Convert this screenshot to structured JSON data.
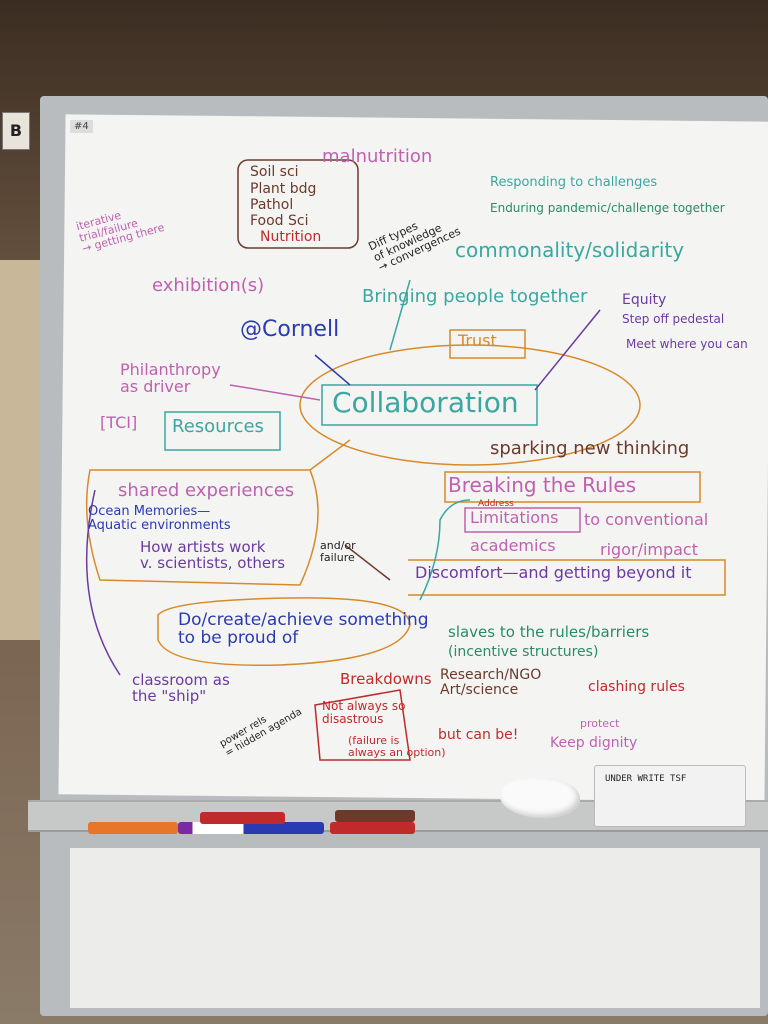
{
  "board": {
    "tag": "#4"
  },
  "colors": {
    "brown": "#6b3a2a",
    "purple": "#6b3aa0",
    "teal": "#3aa7a0",
    "orange": "#d88a2a",
    "red": "#c02a2a",
    "blue": "#2a3ab0",
    "pink": "#c060b0",
    "green": "#2a8a6a"
  },
  "notes": {
    "malnutrition": "malnutrition",
    "soil_sci": "Soil sci",
    "plant_bdg": "Plant bdg",
    "pathol": "Pathol",
    "food_sci": "Food Sci",
    "nutrition": "Nutrition",
    "iterative": "iterative\ntrial/failure\n→ getting there",
    "exhibitions": "exhibition(s)",
    "diff_types": "Diff types\nof knowledge\n→ convergences",
    "responding": "Responding to challenges",
    "enduring": "Enduring pandemic/challenge together",
    "commonality": "commonality/solidarity",
    "bringing": "Bringing people together",
    "cornell": "@Cornell",
    "trust": "Trust",
    "equity": "Equity",
    "step_off": "Step off pedestal",
    "meet_where": "Meet where you can",
    "philanthropy": "Philanthropy\nas driver",
    "tci": "[TCI]",
    "resources": "Resources",
    "collaboration": "Collaboration",
    "sparking": "sparking new thinking",
    "shared_exp": "shared experiences",
    "ocean_mem": "Ocean Memories—\nAquatic environments",
    "how_artists": "How artists work\nv. scientists, others",
    "breaking": "Breaking the Rules",
    "address": "Address",
    "limitations": "Limitations",
    "to_conventional": "to conventional",
    "academics": "academics",
    "rigor": "rigor/impact",
    "and_or_failure": "and/or\nfailure",
    "discomfort": "Discomfort—and getting beyond it",
    "do_create": "Do/create/achieve something\nto be proud of",
    "slaves": "slaves to the rules/barriers",
    "incentive": "(incentive structures)",
    "breakdowns": "Breakdowns",
    "research_ngo": "Research/NGO\nArt/science",
    "clashing": "clashing rules",
    "not_always": "Not always so\ndisastrous",
    "failure_option": "(failure is\nalways an option)",
    "but_can_be": "but can be!",
    "protect": "protect",
    "keep_dignity": "Keep dignity",
    "classroom": "classroom as\nthe \"ship\"",
    "power_rels": "power rels\n= hidden agenda"
  },
  "box": {
    "label": "UNDER WRITE TSF"
  }
}
